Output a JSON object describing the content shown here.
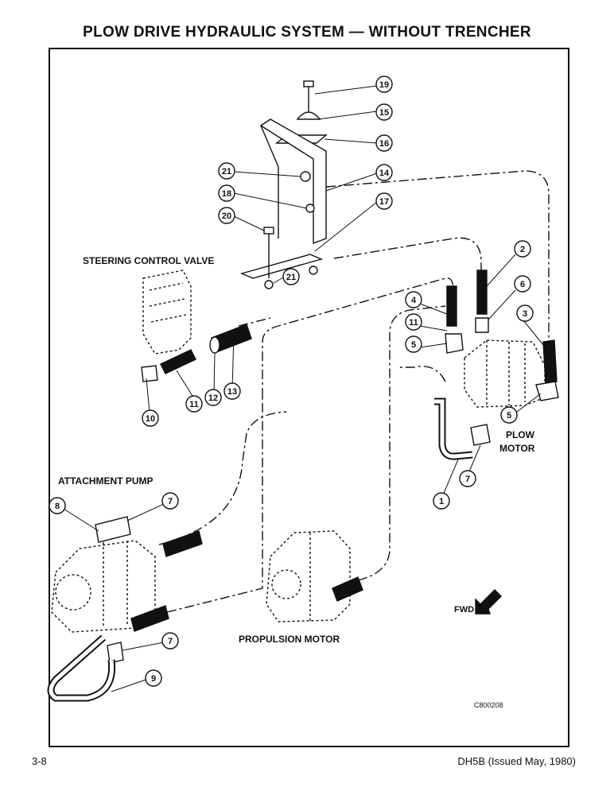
{
  "page": {
    "title": "PLOW DRIVE HYDRAULIC SYSTEM — WITHOUT TRENCHER",
    "page_number": "3-8",
    "doc_reference": "DH5B (Issued May, 1980)"
  },
  "labels": {
    "steering_control_valve": "STEERING CONTROL VALVE",
    "attachment_pump": "ATTACHMENT PUMP",
    "propulsion_motor": "PROPULSION MOTOR",
    "plow_motor_line1": "PLOW",
    "plow_motor_line2": "MOTOR",
    "fwd": "FWD",
    "drawing_code": "C800208"
  },
  "callouts": [
    {
      "id": "c19",
      "number": "19"
    },
    {
      "id": "c15",
      "number": "15"
    },
    {
      "id": "c16",
      "number": "16"
    },
    {
      "id": "c21a",
      "number": "21"
    },
    {
      "id": "c14",
      "number": "14"
    },
    {
      "id": "c18",
      "number": "18"
    },
    {
      "id": "c17",
      "number": "17"
    },
    {
      "id": "c20",
      "number": "20"
    },
    {
      "id": "c21b",
      "number": "21"
    },
    {
      "id": "c2",
      "number": "2"
    },
    {
      "id": "c6",
      "number": "6"
    },
    {
      "id": "c4",
      "number": "4"
    },
    {
      "id": "c11a",
      "number": "11"
    },
    {
      "id": "c3",
      "number": "3"
    },
    {
      "id": "c5a",
      "number": "5"
    },
    {
      "id": "c5b",
      "number": "5"
    },
    {
      "id": "c10",
      "number": "10"
    },
    {
      "id": "c11b",
      "number": "11"
    },
    {
      "id": "c12",
      "number": "12"
    },
    {
      "id": "c13",
      "number": "13"
    },
    {
      "id": "c7a",
      "number": "7"
    },
    {
      "id": "c1",
      "number": "1"
    },
    {
      "id": "c8",
      "number": "8"
    },
    {
      "id": "c7b",
      "number": "7"
    },
    {
      "id": "c7c",
      "number": "7"
    },
    {
      "id": "c9",
      "number": "9"
    }
  ]
}
